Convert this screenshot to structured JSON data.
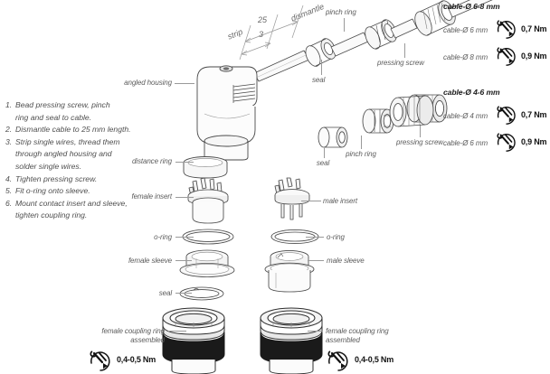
{
  "document": {
    "title": "Angled housing cable connector assembly instructions"
  },
  "instructions": [
    {
      "num": "1.",
      "text": "Bead pressing screw, pinch\nring and seal to cable."
    },
    {
      "num": "2.",
      "text": "Dismantle cable to 25 mm length."
    },
    {
      "num": "3.",
      "text": "Strip single wires, thread them\nthrough angled housing and\nsolder single wires."
    },
    {
      "num": "4.",
      "text": "Tighten pressing screw."
    },
    {
      "num": "5.",
      "text": "Fit o-ring onto sleeve."
    },
    {
      "num": "6.",
      "text": "Mount contact insert and sleeve,\ntighten coupling ring."
    }
  ],
  "dimensions": {
    "strip_label": "strip",
    "strip_value": "3",
    "dismantle_label": "dismantle",
    "dismantle_value": "25"
  },
  "callouts": {
    "pinch_ring_top": "pinch ring",
    "pressing_screw_top": "pressing screw",
    "seal_top": "seal",
    "angled_housing": "angled housing",
    "distance_ring": "distance ring",
    "female_insert": "female insert",
    "male_insert": "male insert",
    "o_ring_left": "o-ring",
    "o_ring_right": "o-ring",
    "female_sleeve": "female sleeve",
    "male_sleeve": "male sleeve",
    "seal_sleeve": "seal",
    "seal_mid": "seal",
    "pinch_ring_mid": "pinch ring",
    "pressing_screw_mid": "pressing screw",
    "female_coupling_ring_left": "female coupling ring\nassembled",
    "female_coupling_ring_right": "female coupling ring\nassembled"
  },
  "cable_specs": [
    {
      "header": "cable-Ø 6-8 mm",
      "rows": [
        {
          "label": "cable-Ø 6 mm",
          "icon": "torque-wrench-icon",
          "torque": "0,7 Nm"
        },
        {
          "label": "cable-Ø 8 mm",
          "icon": "torque-wrench-icon",
          "torque": "0,9 Nm"
        }
      ]
    },
    {
      "header": "cable-Ø 4-6 mm",
      "rows": [
        {
          "label": "cable-Ø 4 mm",
          "icon": "torque-wrench-icon",
          "torque": "0,7 Nm"
        },
        {
          "label": "cable-Ø 6 mm",
          "icon": "torque-wrench-icon",
          "torque": "0,9 Nm"
        }
      ]
    }
  ],
  "coupling_torque": {
    "left": "0,4-0,5 Nm",
    "right": "0,4-0,5 Nm",
    "icon": "torque-wrench-icon"
  },
  "colors": {
    "line": "#4a4a4a",
    "label": "#5c5c5c",
    "header": "#1b1b1b",
    "leader": "#9a9a9a",
    "fill_light": "#f2f2f2",
    "fill_mid": "#d8d8d8",
    "fill_dark": "#1a1a1a",
    "background": "#ffffff"
  }
}
